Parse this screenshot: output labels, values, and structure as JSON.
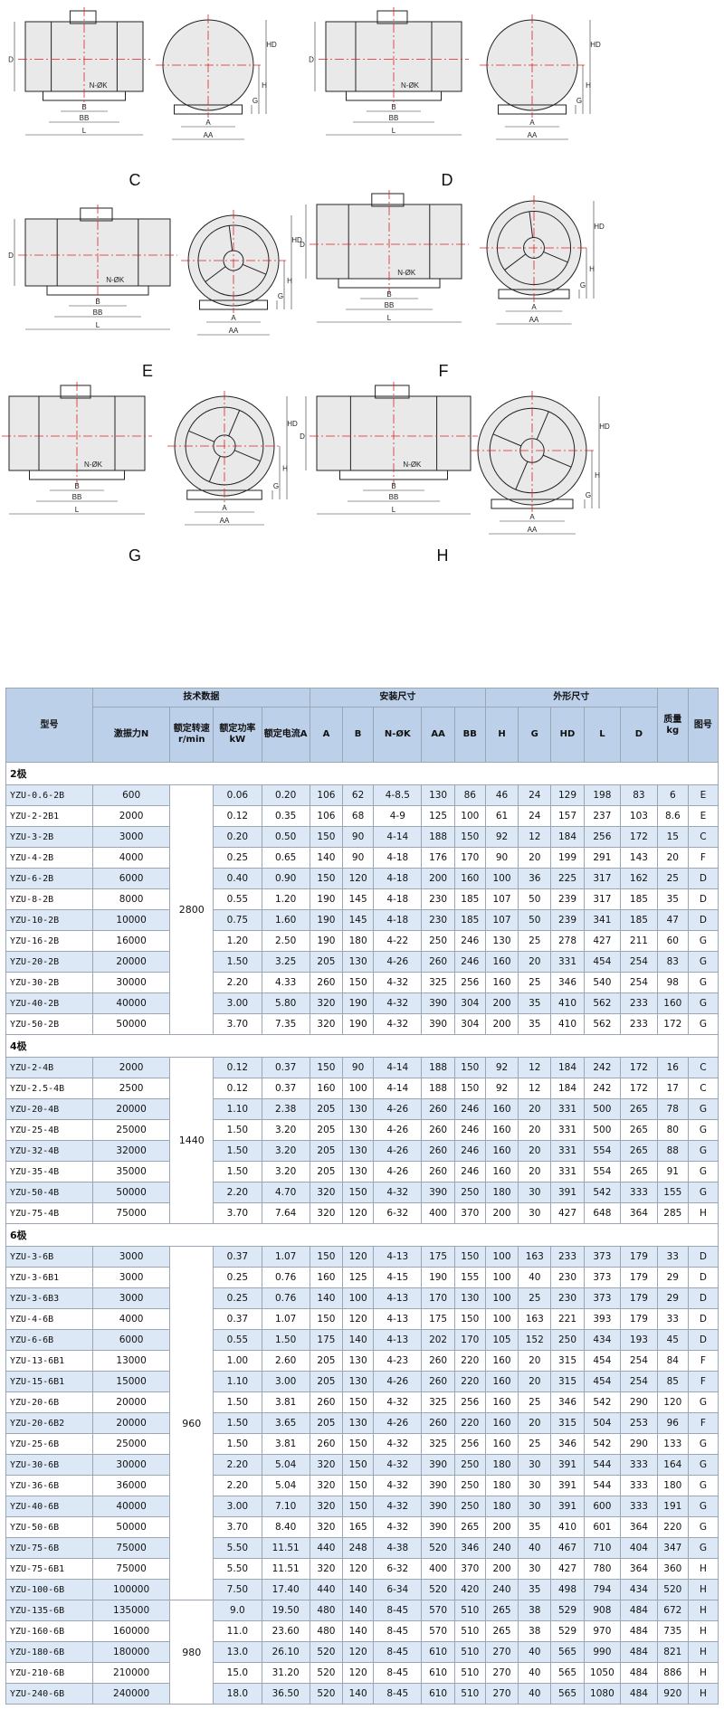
{
  "drawings": {
    "labels": [
      "C",
      "D",
      "E",
      "F",
      "G",
      "H"
    ],
    "dimension_labels": {
      "side": [
        "D",
        "N-ØK",
        "B",
        "BB",
        "L"
      ],
      "end": [
        "HD",
        "H",
        "G",
        "A",
        "AA"
      ]
    }
  },
  "table": {
    "header": {
      "model": "型号",
      "tech": "技术数据",
      "install": "安装尺寸",
      "outline": "外形尺寸",
      "mass": "质量kg",
      "fig": "图号",
      "force": "激振力N",
      "speed": "额定转速r/min",
      "power": "额定功率kW",
      "current": "额定电流A",
      "install_cols": [
        "A",
        "B",
        "N-ØK",
        "AA",
        "BB"
      ],
      "outline_cols": [
        "H",
        "G",
        "HD",
        "L",
        "D"
      ]
    },
    "groups": [
      {
        "name": "2极",
        "speed": "2800",
        "rows": [
          [
            "YZU-0.6-2B",
            "600",
            "0.06",
            "0.20",
            "106",
            "62",
            "4-8.5",
            "130",
            "86",
            "46",
            "24",
            "129",
            "198",
            "83",
            "6",
            "E"
          ],
          [
            "YZU-2-2B1",
            "2000",
            "0.12",
            "0.35",
            "106",
            "68",
            "4-9",
            "125",
            "100",
            "61",
            "24",
            "157",
            "237",
            "103",
            "8.6",
            "E"
          ],
          [
            "YZU-3-2B",
            "3000",
            "0.20",
            "0.50",
            "150",
            "90",
            "4-14",
            "188",
            "150",
            "92",
            "12",
            "184",
            "256",
            "172",
            "15",
            "C"
          ],
          [
            "YZU-4-2B",
            "4000",
            "0.25",
            "0.65",
            "140",
            "90",
            "4-18",
            "176",
            "170",
            "90",
            "20",
            "199",
            "291",
            "143",
            "20",
            "F"
          ],
          [
            "YZU-6-2B",
            "6000",
            "0.40",
            "0.90",
            "150",
            "120",
            "4-18",
            "200",
            "160",
            "100",
            "36",
            "225",
            "317",
            "162",
            "25",
            "D"
          ],
          [
            "YZU-8-2B",
            "8000",
            "0.55",
            "1.20",
            "190",
            "145",
            "4-18",
            "230",
            "185",
            "107",
            "50",
            "239",
            "317",
            "185",
            "35",
            "D"
          ],
          [
            "YZU-10-2B",
            "10000",
            "0.75",
            "1.60",
            "190",
            "145",
            "4-18",
            "230",
            "185",
            "107",
            "50",
            "239",
            "341",
            "185",
            "47",
            "D"
          ],
          [
            "YZU-16-2B",
            "16000",
            "1.20",
            "2.50",
            "190",
            "180",
            "4-22",
            "250",
            "246",
            "130",
            "25",
            "278",
            "427",
            "211",
            "60",
            "G"
          ],
          [
            "YZU-20-2B",
            "20000",
            "1.50",
            "3.25",
            "205",
            "130",
            "4-26",
            "260",
            "246",
            "160",
            "20",
            "331",
            "454",
            "254",
            "83",
            "G"
          ],
          [
            "YZU-30-2B",
            "30000",
            "2.20",
            "4.33",
            "260",
            "150",
            "4-32",
            "325",
            "256",
            "160",
            "25",
            "346",
            "540",
            "254",
            "98",
            "G"
          ],
          [
            "YZU-40-2B",
            "40000",
            "3.00",
            "5.80",
            "320",
            "190",
            "4-32",
            "390",
            "304",
            "200",
            "35",
            "410",
            "562",
            "233",
            "160",
            "G"
          ],
          [
            "YZU-50-2B",
            "50000",
            "3.70",
            "7.35",
            "320",
            "190",
            "4-32",
            "390",
            "304",
            "200",
            "35",
            "410",
            "562",
            "233",
            "172",
            "G"
          ]
        ]
      },
      {
        "name": "4极",
        "speed": "1440",
        "rows": [
          [
            "YZU-2-4B",
            "2000",
            "0.12",
            "0.37",
            "150",
            "90",
            "4-14",
            "188",
            "150",
            "92",
            "12",
            "184",
            "242",
            "172",
            "16",
            "C"
          ],
          [
            "YZU-2.5-4B",
            "2500",
            "0.12",
            "0.37",
            "160",
            "100",
            "4-14",
            "188",
            "150",
            "92",
            "12",
            "184",
            "242",
            "172",
            "17",
            "C"
          ],
          [
            "YZU-20-4B",
            "20000",
            "1.10",
            "2.38",
            "205",
            "130",
            "4-26",
            "260",
            "246",
            "160",
            "20",
            "331",
            "500",
            "265",
            "78",
            "G"
          ],
          [
            "YZU-25-4B",
            "25000",
            "1.50",
            "3.20",
            "205",
            "130",
            "4-26",
            "260",
            "246",
            "160",
            "20",
            "331",
            "500",
            "265",
            "80",
            "G"
          ],
          [
            "YZU-32-4B",
            "32000",
            "1.50",
            "3.20",
            "205",
            "130",
            "4-26",
            "260",
            "246",
            "160",
            "20",
            "331",
            "554",
            "265",
            "88",
            "G"
          ],
          [
            "YZU-35-4B",
            "35000",
            "1.50",
            "3.20",
            "205",
            "130",
            "4-26",
            "260",
            "246",
            "160",
            "20",
            "331",
            "554",
            "265",
            "91",
            "G"
          ],
          [
            "YZU-50-4B",
            "50000",
            "2.20",
            "4.70",
            "320",
            "150",
            "4-32",
            "390",
            "250",
            "180",
            "30",
            "391",
            "542",
            "333",
            "155",
            "G"
          ],
          [
            "YZU-75-4B",
            "75000",
            "3.70",
            "7.64",
            "320",
            "120",
            "6-32",
            "400",
            "370",
            "200",
            "30",
            "427",
            "648",
            "364",
            "285",
            "H"
          ]
        ]
      },
      {
        "name": "6极",
        "speed": "960",
        "rows": [
          [
            "YZU-3-6B",
            "3000",
            "0.37",
            "1.07",
            "150",
            "120",
            "4-13",
            "175",
            "150",
            "100",
            "163",
            "233",
            "373",
            "179",
            "33",
            "D"
          ],
          [
            "YZU-3-6B1",
            "3000",
            "0.25",
            "0.76",
            "160",
            "125",
            "4-15",
            "190",
            "155",
            "100",
            "40",
            "230",
            "373",
            "179",
            "29",
            "D"
          ],
          [
            "YZU-3-6B3",
            "3000",
            "0.25",
            "0.76",
            "140",
            "100",
            "4-13",
            "170",
            "130",
            "100",
            "25",
            "230",
            "373",
            "179",
            "29",
            "D"
          ],
          [
            "YZU-4-6B",
            "4000",
            "0.37",
            "1.07",
            "150",
            "120",
            "4-13",
            "175",
            "150",
            "100",
            "163",
            "221",
            "393",
            "179",
            "33",
            "D"
          ],
          [
            "YZU-6-6B",
            "6000",
            "0.55",
            "1.50",
            "175",
            "140",
            "4-13",
            "202",
            "170",
            "105",
            "152",
            "250",
            "434",
            "193",
            "45",
            "D"
          ],
          [
            "YZU-13-6B1",
            "13000",
            "1.00",
            "2.60",
            "205",
            "130",
            "4-23",
            "260",
            "220",
            "160",
            "20",
            "315",
            "454",
            "254",
            "84",
            "F"
          ],
          [
            "YZU-15-6B1",
            "15000",
            "1.10",
            "3.00",
            "205",
            "130",
            "4-26",
            "260",
            "220",
            "160",
            "20",
            "315",
            "454",
            "254",
            "85",
            "F"
          ],
          [
            "YZU-20-6B",
            "20000",
            "1.50",
            "3.81",
            "260",
            "150",
            "4-32",
            "325",
            "256",
            "160",
            "25",
            "346",
            "542",
            "290",
            "120",
            "G"
          ],
          [
            "YZU-20-6B2",
            "20000",
            "1.50",
            "3.65",
            "205",
            "130",
            "4-26",
            "260",
            "220",
            "160",
            "20",
            "315",
            "504",
            "253",
            "96",
            "F"
          ],
          [
            "YZU-25-6B",
            "25000",
            "1.50",
            "3.81",
            "260",
            "150",
            "4-32",
            "325",
            "256",
            "160",
            "25",
            "346",
            "542",
            "290",
            "133",
            "G"
          ],
          [
            "YZU-30-6B",
            "30000",
            "2.20",
            "5.04",
            "320",
            "150",
            "4-32",
            "390",
            "250",
            "180",
            "30",
            "391",
            "544",
            "333",
            "164",
            "G"
          ],
          [
            "YZU-36-6B",
            "36000",
            "2.20",
            "5.04",
            "320",
            "150",
            "4-32",
            "390",
            "250",
            "180",
            "30",
            "391",
            "544",
            "333",
            "180",
            "G"
          ],
          [
            "YZU-40-6B",
            "40000",
            "3.00",
            "7.10",
            "320",
            "150",
            "4-32",
            "390",
            "250",
            "180",
            "30",
            "391",
            "600",
            "333",
            "191",
            "G"
          ],
          [
            "YZU-50-6B",
            "50000",
            "3.70",
            "8.40",
            "320",
            "165",
            "4-32",
            "390",
            "265",
            "200",
            "35",
            "410",
            "601",
            "364",
            "220",
            "G"
          ],
          [
            "YZU-75-6B",
            "75000",
            "5.50",
            "11.51",
            "440",
            "248",
            "4-38",
            "520",
            "346",
            "240",
            "40",
            "467",
            "710",
            "404",
            "347",
            "G"
          ],
          [
            "YZU-75-6B1",
            "75000",
            "5.50",
            "11.51",
            "320",
            "120",
            "6-32",
            "400",
            "370",
            "200",
            "30",
            "427",
            "780",
            "364",
            "360",
            "H"
          ],
          [
            "YZU-100-6B",
            "100000",
            "7.50",
            "17.40",
            "440",
            "140",
            "6-34",
            "520",
            "420",
            "240",
            "35",
            "498",
            "794",
            "434",
            "520",
            "H"
          ]
        ]
      },
      {
        "name": "",
        "speed": "980",
        "rows": [
          [
            "YZU-135-6B",
            "135000",
            "9.0",
            "19.50",
            "480",
            "140",
            "8-45",
            "570",
            "510",
            "265",
            "38",
            "529",
            "908",
            "484",
            "672",
            "H"
          ],
          [
            "YZU-160-6B",
            "160000",
            "11.0",
            "23.60",
            "480",
            "140",
            "8-45",
            "570",
            "510",
            "265",
            "38",
            "529",
            "970",
            "484",
            "735",
            "H"
          ],
          [
            "YZU-180-6B",
            "180000",
            "13.0",
            "26.10",
            "520",
            "120",
            "8-45",
            "610",
            "510",
            "270",
            "40",
            "565",
            "990",
            "484",
            "821",
            "H"
          ],
          [
            "YZU-210-6B",
            "210000",
            "15.0",
            "31.20",
            "520",
            "120",
            "8-45",
            "610",
            "510",
            "270",
            "40",
            "565",
            "1050",
            "484",
            "886",
            "H"
          ],
          [
            "YZU-240-6B",
            "240000",
            "18.0",
            "36.50",
            "520",
            "140",
            "8-45",
            "610",
            "510",
            "270",
            "40",
            "565",
            "1080",
            "484",
            "920",
            "H"
          ]
        ]
      }
    ]
  }
}
